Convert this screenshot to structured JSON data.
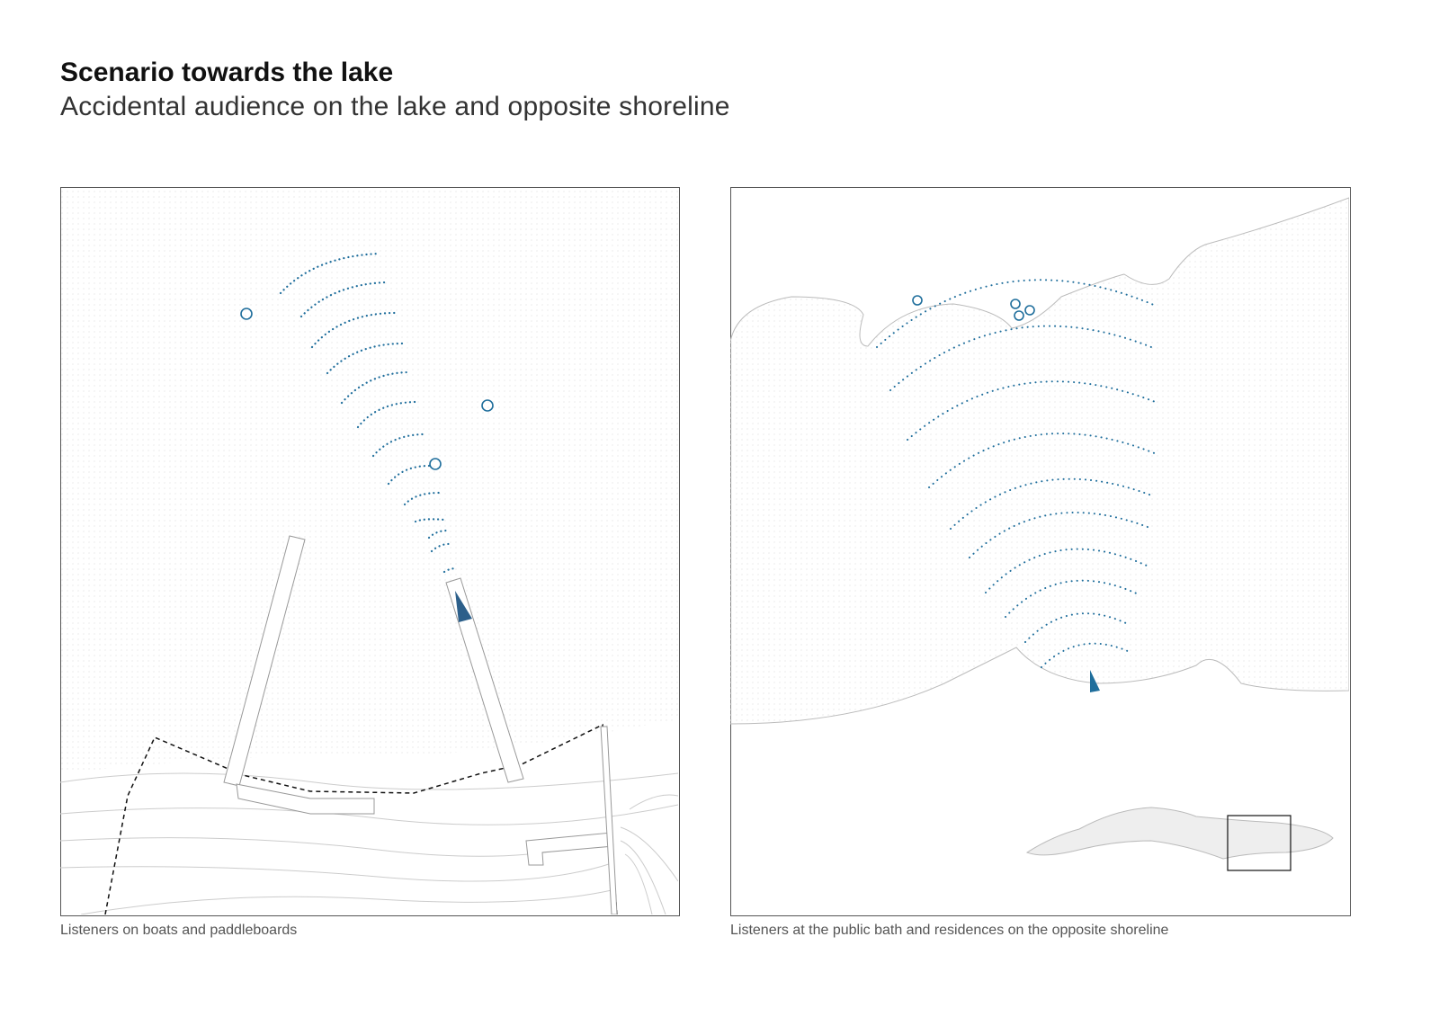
{
  "header": {
    "title": "Scenario towards the lake",
    "subtitle": "Accidental audience on the lake and opposite shoreline"
  },
  "panels": [
    {
      "caption": "Listeners on boats and paddleboards"
    },
    {
      "caption": "Listeners at the public bath and residences on the opposite shoreline"
    }
  ],
  "colors": {
    "sound": "#1f6e9c",
    "source": "#2c5f8a",
    "outline": "#999999",
    "water": "#f4f4f4"
  }
}
